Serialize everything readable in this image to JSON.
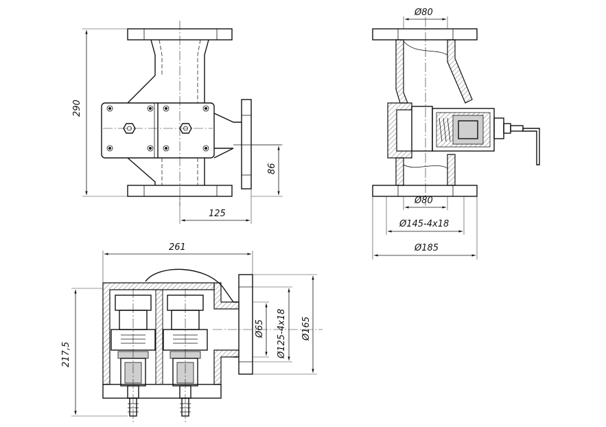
{
  "drawing": {
    "front_view": {
      "height_dim": "290",
      "port_dim": "86",
      "offset_dim": "125"
    },
    "side_view": {
      "bore_top_dim": "Ø80",
      "bore_bottom_dim": "Ø80",
      "bolt_circle_dim": "Ø145-4x18",
      "flange_dim": "Ø185"
    },
    "top_view": {
      "width_dim": "261",
      "height_dim": "217,5",
      "bore_dim": "Ø65",
      "bolt_circle_dim": "Ø125-4x18",
      "flange_dim": "Ø165"
    }
  }
}
